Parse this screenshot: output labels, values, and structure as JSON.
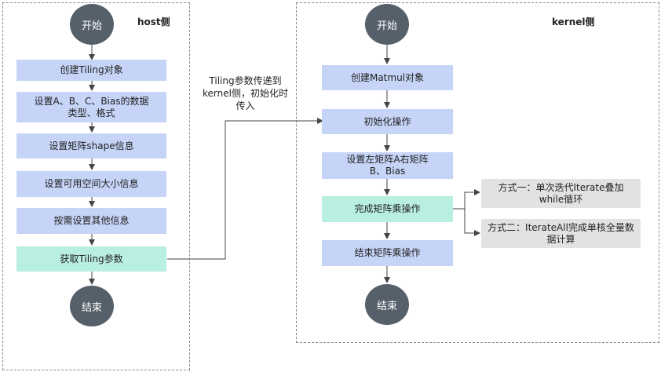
{
  "host": {
    "label": "host侧",
    "start": "开始",
    "steps": [
      "创建Tiling对象",
      "设置A、B、C、Bias的数据类型、格式",
      "设置矩阵shape信息",
      "设置可用空间大小信息",
      "按需设置其他信息",
      "获取Tiling参数"
    ],
    "end": "结束"
  },
  "transfer_note": "Tiling参数传递到kernel侧，初始化时传入",
  "kernel": {
    "label": "kernel侧",
    "start": "开始",
    "steps": [
      "创建Matmul对象",
      "初始化操作",
      "设置左矩阵A右矩阵B、Bias",
      "完成矩阵乘操作",
      "结束矩阵乘操作"
    ],
    "end": "结束",
    "options": [
      "方式一：单次迭代Iterate叠加while循环",
      "方式二：IterateAll完成单核全量数据计算"
    ]
  },
  "colors": {
    "step": "#c5d4f7",
    "highlight": "#b9efe1",
    "option": "#e2e2e2",
    "terminal": "#56606b"
  }
}
